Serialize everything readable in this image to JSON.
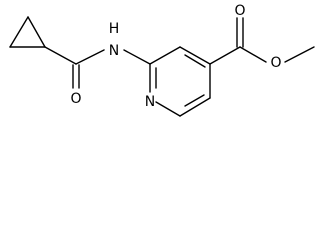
{
  "molecule": {
    "atoms": {
      "amide_nh": "H",
      "amide_n": "N",
      "amide_o": "O",
      "pyridine_n": "N",
      "ester_carbonyl_o": "O",
      "ester_ether_o": "O"
    }
  }
}
